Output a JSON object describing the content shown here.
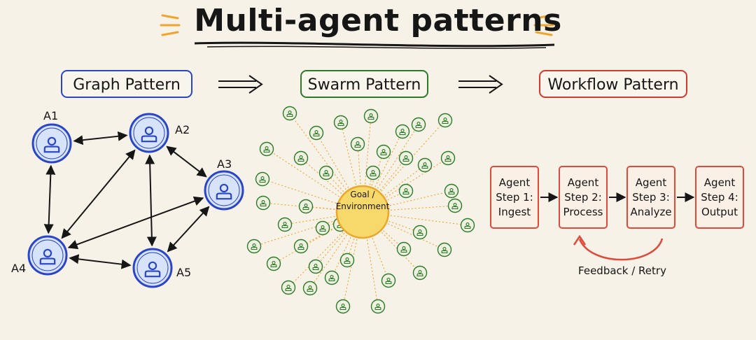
{
  "title": "Multi-agent patterns",
  "patterns": {
    "graph": "Graph Pattern",
    "swarm": "Swarm Pattern",
    "workflow": "Workflow Pattern"
  },
  "graph": {
    "nodes": [
      "A1",
      "A2",
      "A3",
      "A4",
      "A5"
    ]
  },
  "swarm": {
    "center_line1": "Goal /",
    "center_line2": "Environment",
    "agent_count": 40
  },
  "workflow": {
    "steps": [
      {
        "l1": "Agent",
        "l2": "Step 1:",
        "l3": "Ingest"
      },
      {
        "l1": "Agent",
        "l2": "Step 2:",
        "l3": "Process"
      },
      {
        "l1": "Agent",
        "l2": "Step 3:",
        "l3": "Analyze"
      },
      {
        "l1": "Agent",
        "l2": "Step 4:",
        "l3": "Output"
      }
    ],
    "feedback": "Feedback / Retry"
  },
  "colors": {
    "graph": "#2a45c8",
    "graph_fill": "#d7e3f8",
    "swarm": "#2f7a2a",
    "goal_fill": "#f7d86a",
    "goal_stroke": "#e9a82a",
    "workflow": "#e04a3a",
    "accent": "#f0a42c"
  }
}
